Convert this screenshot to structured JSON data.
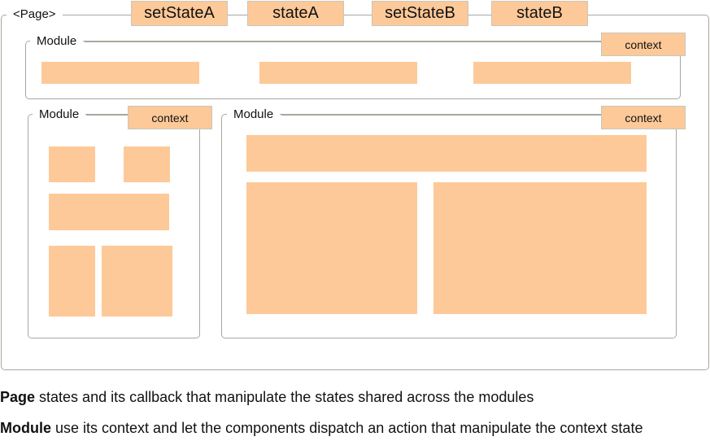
{
  "page": {
    "label": "<Page>",
    "states": [
      "setStateA",
      "stateA",
      "setStateB",
      "stateB"
    ]
  },
  "modules": [
    {
      "label": "Module",
      "context": "context"
    },
    {
      "label": "Module",
      "context": "context"
    },
    {
      "label": "Module",
      "context": "context"
    }
  ],
  "captions": [
    {
      "term": "Page",
      "text": " states and its callback that manipulate the states shared across the modules"
    },
    {
      "term": "Module",
      "text": " use its context and let the components dispatch an action that manipulate the context state"
    }
  ],
  "colors": {
    "component_fill": "#fec998",
    "frame_border": "#a9a79d"
  }
}
